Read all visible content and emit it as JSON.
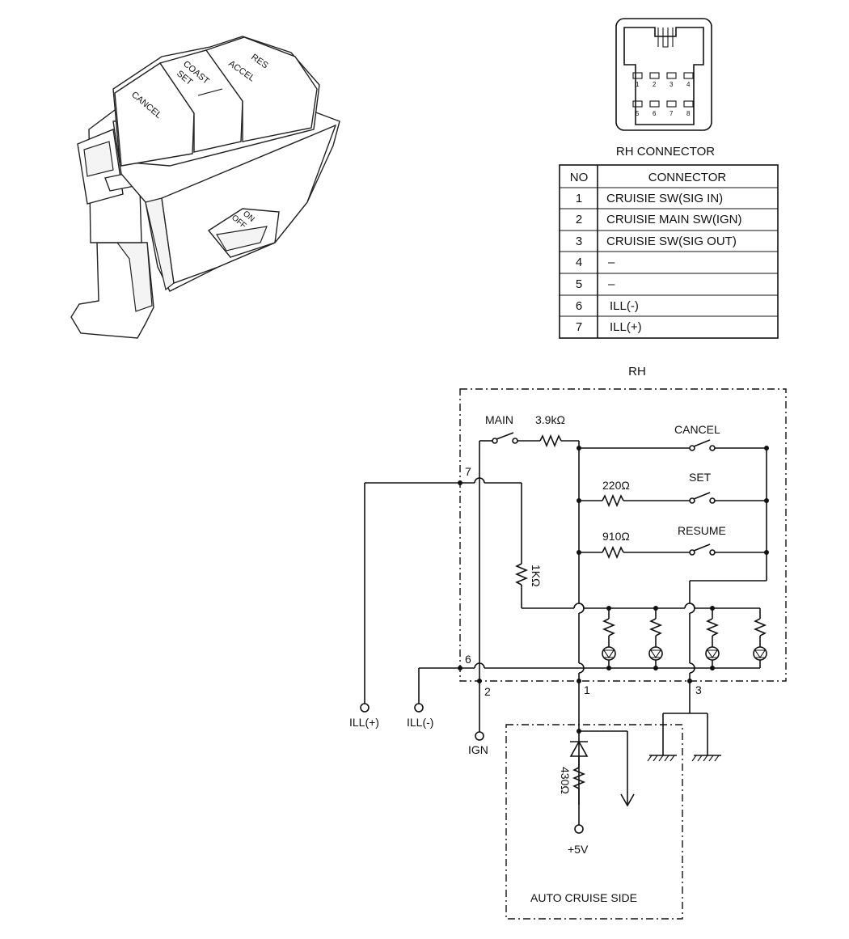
{
  "switch_illustration": {
    "buttons": {
      "cancel": "CANCEL",
      "coast_set_line1": "COAST",
      "coast_set_line2": "SET",
      "res_accel_line1": "RES",
      "res_accel_line2": "ACCEL",
      "on_off_line1": "ON",
      "on_off_line2": "OFF"
    }
  },
  "connector_face": {
    "pins_top": [
      "1",
      "2",
      "3",
      "4"
    ],
    "pins_bottom": [
      "5",
      "6",
      "7",
      "8"
    ]
  },
  "connector_table": {
    "title": "RH CONNECTOR",
    "headers": [
      "NO",
      "CONNECTOR"
    ],
    "rows": [
      {
        "no": "1",
        "connector": "CRUISIE SW(SIG IN)"
      },
      {
        "no": "2",
        "connector": "CRUISIE MAIN SW(IGN)"
      },
      {
        "no": "3",
        "connector": "CRUISIE SW(SIG OUT)"
      },
      {
        "no": "4",
        "connector": "–"
      },
      {
        "no": "5",
        "connector": "–"
      },
      {
        "no": "6",
        "connector": "ILL(-)"
      },
      {
        "no": "7",
        "connector": "ILL(+)"
      }
    ]
  },
  "schematic": {
    "box_title": "RH",
    "switches": {
      "main": "MAIN",
      "cancel": "CANCEL",
      "set": "SET",
      "resume": "RESUME"
    },
    "resistors": {
      "r_main": "3.9kΩ",
      "r_set": "220Ω",
      "r_resume": "910Ω",
      "r_ill": "1KΩ",
      "r_pullup": "430Ω"
    },
    "pins": {
      "p7": "7",
      "p6": "6",
      "p2": "2",
      "p1": "1",
      "p3": "3"
    },
    "terminals": {
      "ill_plus": "ILL(+)",
      "ill_minus": "ILL(-)",
      "ign": "IGN",
      "plus5v": "+5V"
    },
    "auto_cruise_label": "AUTO CRUISE SIDE"
  }
}
